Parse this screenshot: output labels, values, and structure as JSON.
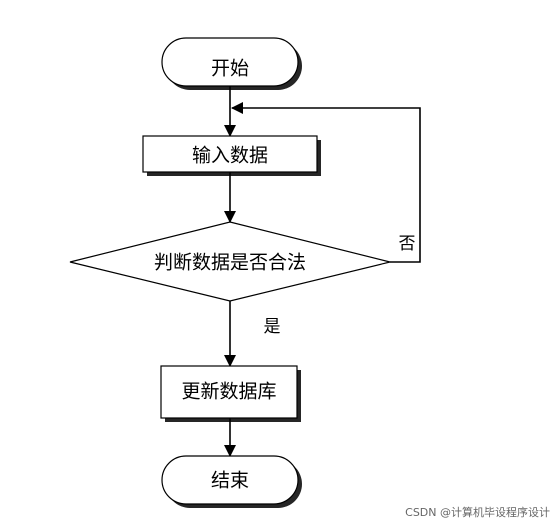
{
  "flowchart": {
    "start": "开始",
    "input": "输入数据",
    "decision": "判断数据是否合法",
    "no_label": "否",
    "yes_label": "是",
    "update": "更新数据库",
    "end": "结束"
  },
  "watermark": "CSDN @计算机毕设程序设计",
  "colors": {
    "stroke": "#000000",
    "shadow": "#000000",
    "fill": "#ffffff"
  }
}
